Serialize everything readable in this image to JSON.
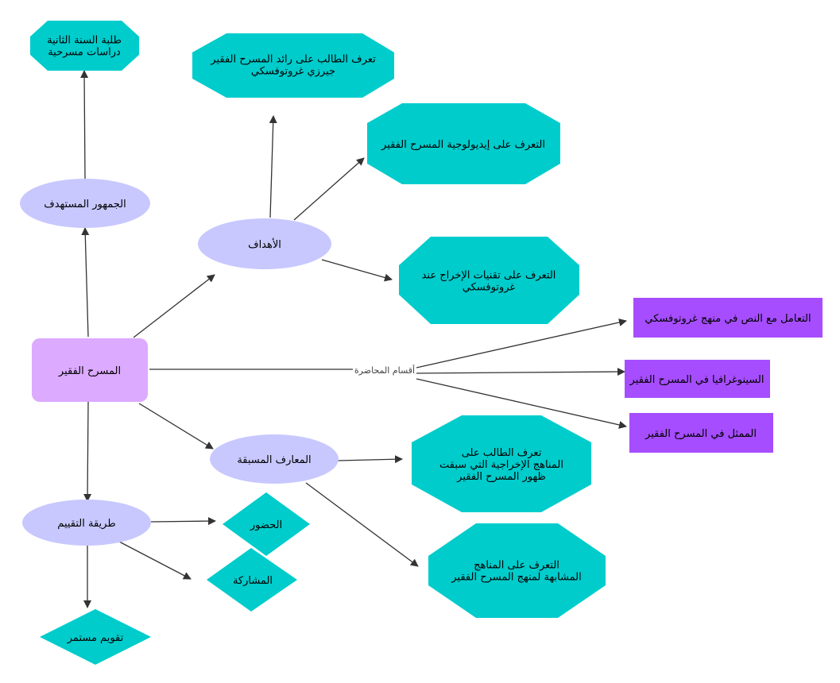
{
  "colors": {
    "teal": "#00cccc",
    "lavender": "#c8c8ff",
    "pink": "#dcaaff",
    "purple": "#a64dff",
    "edge": "#333333"
  },
  "nodes": {
    "students": "طلبة السنة الثانية\nدراسات مسرحية",
    "audience": "الجمهور المستهدف",
    "poor_theatre": "المسرح الفقير",
    "goals": "الأهداف",
    "goal_grotowski": "تعرف الطالب على رائد المسرح الفقير\nجيرزي غروتوفسكي",
    "goal_ideology": "التعرف على إيديولوجية المسرح الفقير",
    "goal_techniques": "التعرف على تقنيات الإخراج عند\nغروتوفسكي",
    "section_text": "التعامل مع النص في منهج غروتوفسكي",
    "section_scenography": "السينوغرافيا في المسرح الفقير",
    "section_actor": "الممثل في المسرح الفقير",
    "prior_knowledge": "المعارف المسبقة",
    "prior_directing": "تعرف الطالب على\nالمناهج الإخراجية التي سبقت\nظهور المسرح الفقير",
    "prior_similar": "التعرف على المناهج\nالمشابهة لمنهج المسرح الفقير",
    "evaluation": "طريقة التقييم",
    "attendance": "الحضور",
    "participation": "المشاركة",
    "continuous": "تقويم مستمر"
  },
  "edge_labels": {
    "sections": "أقسام المحاضرة"
  }
}
